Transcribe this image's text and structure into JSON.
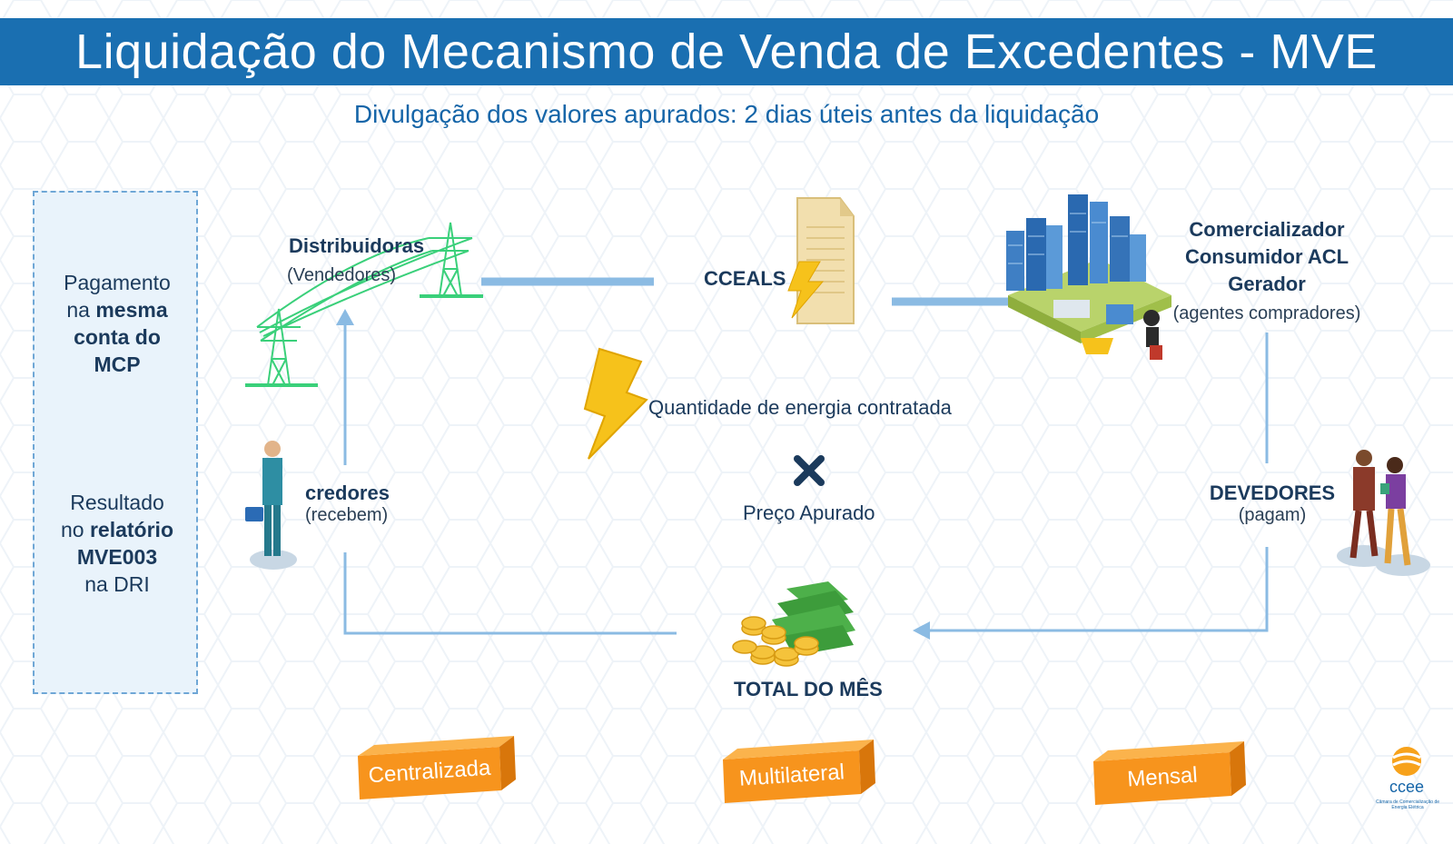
{
  "title": "Liquidação do Mecanismo de Venda de Excedentes - MVE",
  "subtitle": "Divulgação dos valores apurados: 2 dias úteis antes da liquidação",
  "side_panel": {
    "top": {
      "line1": "Pagamento",
      "line2_pre": "na ",
      "line2_bold": "mesma",
      "line3": "conta do",
      "line4": "MCP"
    },
    "bottom": {
      "line1": "Resultado",
      "line2_pre": "no ",
      "line2_bold": "relatório",
      "line3": "MVE003",
      "line4": "na DRI"
    }
  },
  "nodes": {
    "distribuidoras": {
      "title": "Distribuidoras",
      "sub": "(Vendedores)"
    },
    "cceals": {
      "title": "CCEALS"
    },
    "compradores": {
      "line1": "Comercializador",
      "line2": "Consumidor ACL",
      "line3": "Gerador",
      "sub": "(agentes compradores)"
    },
    "credores": {
      "title": "credores",
      "sub": "(recebem)"
    },
    "devedores": {
      "title": "DEVEDORES",
      "sub": "(pagam)"
    },
    "total": {
      "title": "TOTAL DO MÊS"
    }
  },
  "formula": {
    "quantity": "Quantidade de energia contratada",
    "operator": "×",
    "price": "Preço Apurado"
  },
  "tags": [
    "Centralizada",
    "Multilateral",
    "Mensal"
  ],
  "logo": {
    "text": "ccee",
    "tagline": "Câmara de Comercialização de Energia Elétrica"
  },
  "colors": {
    "title_bar": "#1a6fb1",
    "text_blue": "#1565a8",
    "text_dark": "#1b3a5c",
    "flow_line": "#8bbbe3",
    "tag_orange": "#f7941d",
    "lightning": "#f6c21b",
    "tower_green": "#3ad07a"
  }
}
